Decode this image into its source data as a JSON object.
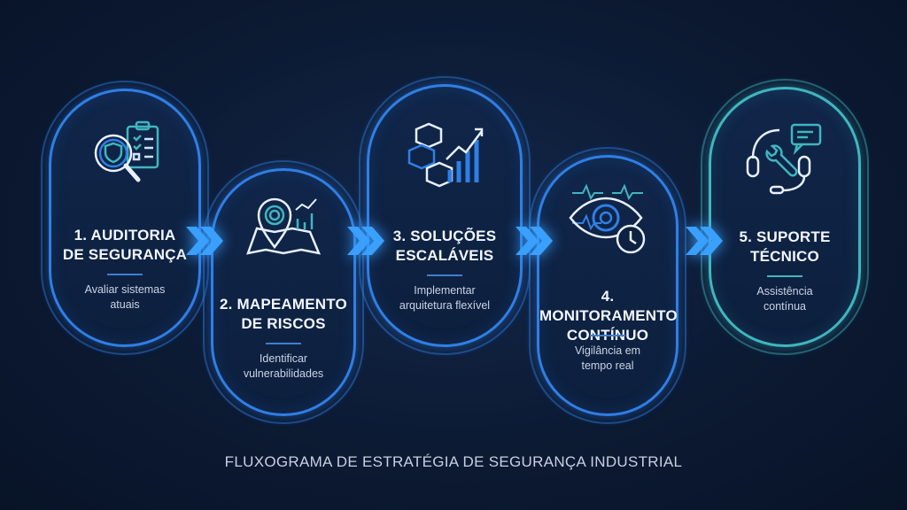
{
  "steps": [
    {
      "title_line1": "1. AUDITORIA",
      "title_line2": "DE SEGURANÇA",
      "desc_line1": "Avaliar sistemas",
      "desc_line2": "atuais",
      "icon": "magnifier-shield-clipboard-icon"
    },
    {
      "title_line1": "2. MAPEAMENTO",
      "title_line2": "DE RISCOS",
      "desc_line1": "Identificar",
      "desc_line2": "vulnerabilidades",
      "icon": "map-pin-chart-icon"
    },
    {
      "title_line1": "3. SOLUÇÕES",
      "title_line2": "ESCALÁVEIS",
      "desc_line1": "Implementar",
      "desc_line2": "arquitetura flexível",
      "icon": "blocks-growth-chart-icon"
    },
    {
      "title_line1": "4. MONITORAMENTO",
      "title_line2": "CONTÍNUO",
      "desc_line1": "Vigilância em",
      "desc_line2": "tempo real",
      "icon": "eye-clock-pulse-icon"
    },
    {
      "title_line1": "5. SUPORTE",
      "title_line2": "TÉCNICO",
      "desc_line1": "Assistência",
      "desc_line2": "contínua",
      "icon": "headset-wrench-chat-icon"
    }
  ],
  "footer": "FLUXOGRAMA DE ESTRATÉGIA DE SEGURANÇA INDUSTRIAL",
  "colors": {
    "background": "#0c1a33",
    "blue": "#2f7fe6",
    "teal": "#3fb6bf",
    "arrow": "#3aa0ff"
  }
}
